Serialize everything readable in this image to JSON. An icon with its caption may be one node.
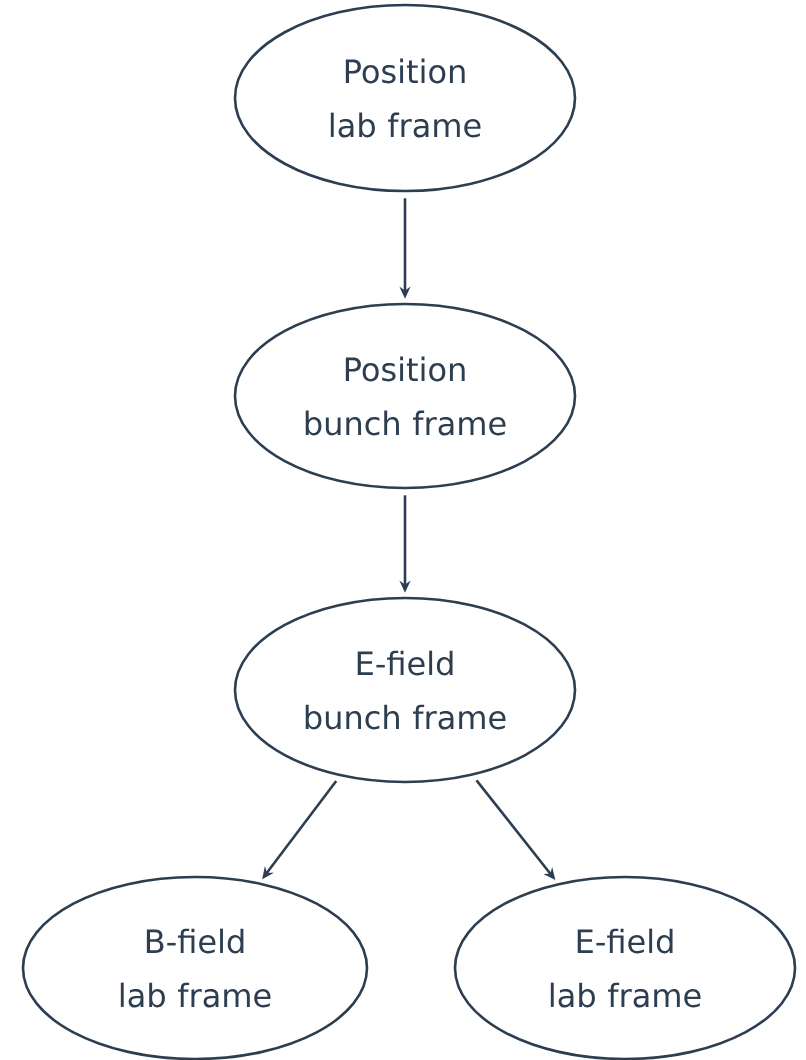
{
  "diagram": {
    "nodes": [
      {
        "text": [
          "Position lab frame"
        ]
      },
      {
        "text": [
          "Position bunch frame"
        ]
      },
      {
        "text": [
          "E-field bunch frame"
        ]
      },
      {
        "text": [
          "B-field lab frame"
        ]
      },
      {
        "text": [
          "E-field lab frame"
        ]
      }
    ],
    "edges": [
      {
        "from": 0,
        "to": 1,
        "arrow": "to"
      },
      {
        "from": 1,
        "to": 2,
        "arrow": "to"
      },
      {
        "from": 2,
        "to": 3,
        "arrow": "to"
      },
      {
        "from": 2,
        "to": 4,
        "arrow": "to"
      }
    ]
  }
}
